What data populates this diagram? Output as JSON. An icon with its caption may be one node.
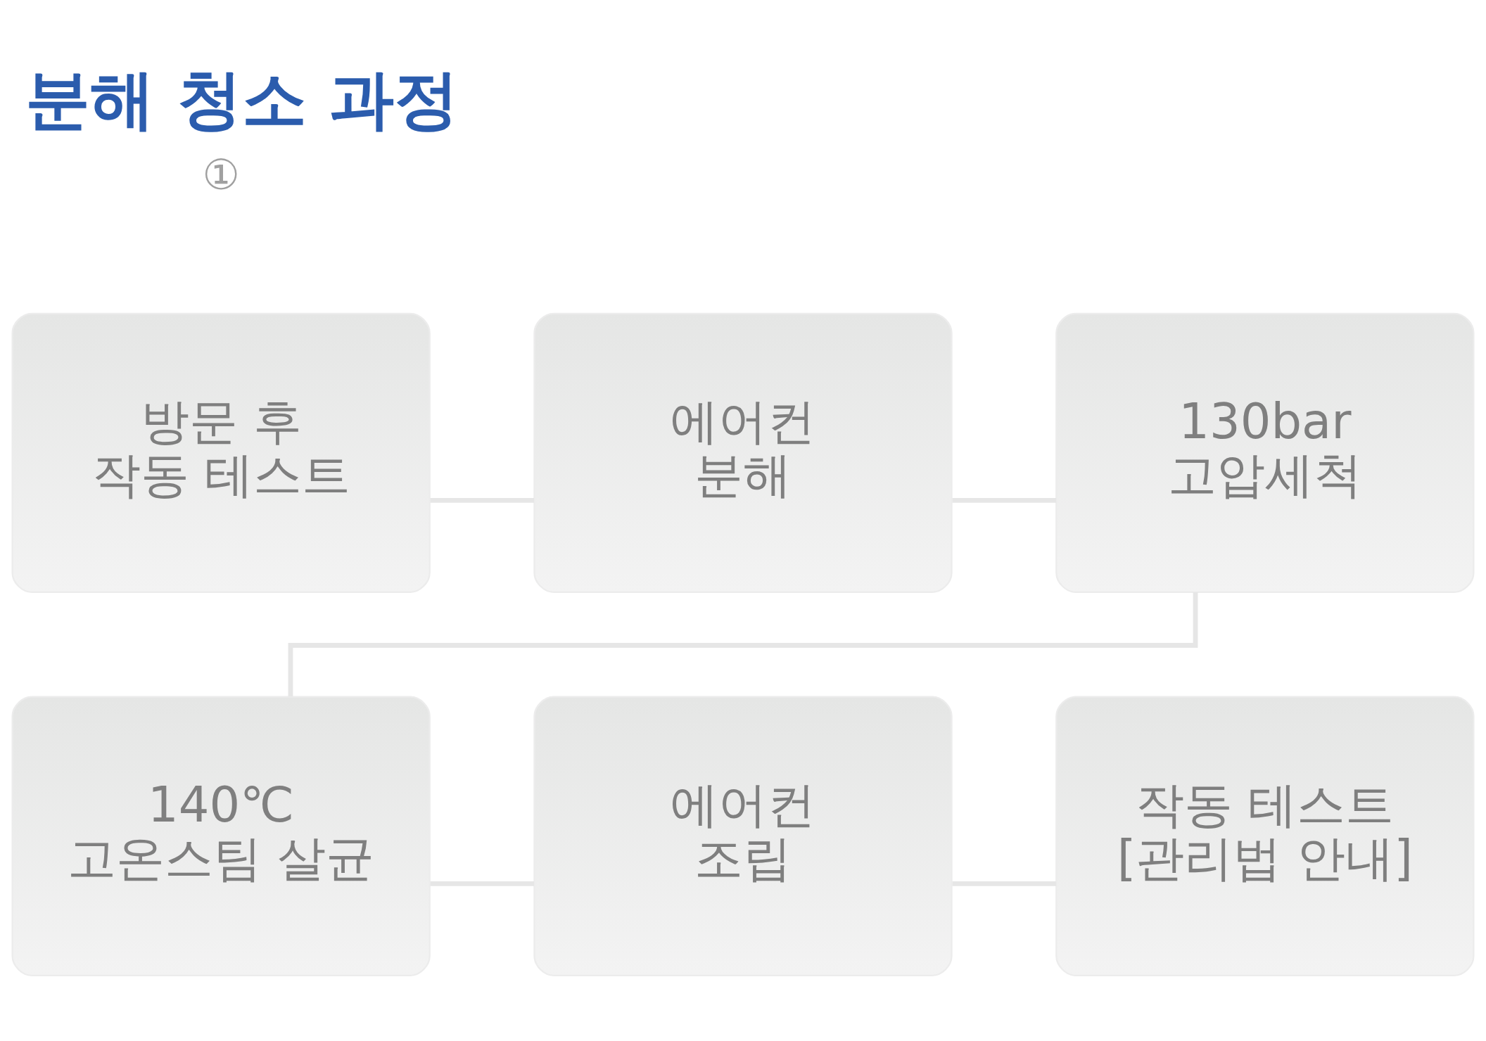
{
  "diagram": {
    "title": "분해 청소 과정",
    "nodes": [
      {
        "text": [
          "방문 후 작동 테스트"
        ]
      },
      {
        "text": [
          "에어컨 분해"
        ]
      },
      {
        "text": [
          "130bar 고압세척"
        ]
      },
      {
        "text": [
          "140℃ 고온스팀 살균"
        ]
      },
      {
        "text": [
          "에어컨 조립"
        ]
      },
      {
        "text": [
          "작동 테스트 [관리법 안내]"
        ]
      }
    ],
    "edges": [
      {
        "from": 0,
        "to": 1,
        "arrow": "none"
      },
      {
        "from": 1,
        "to": 2,
        "arrow": "none"
      },
      {
        "from": 2,
        "to": 3,
        "arrow": "none"
      },
      {
        "from": 3,
        "to": 4,
        "arrow": "none"
      },
      {
        "from": 4,
        "to": 5,
        "arrow": "none"
      }
    ],
    "labels": [
      "①"
    ]
  }
}
